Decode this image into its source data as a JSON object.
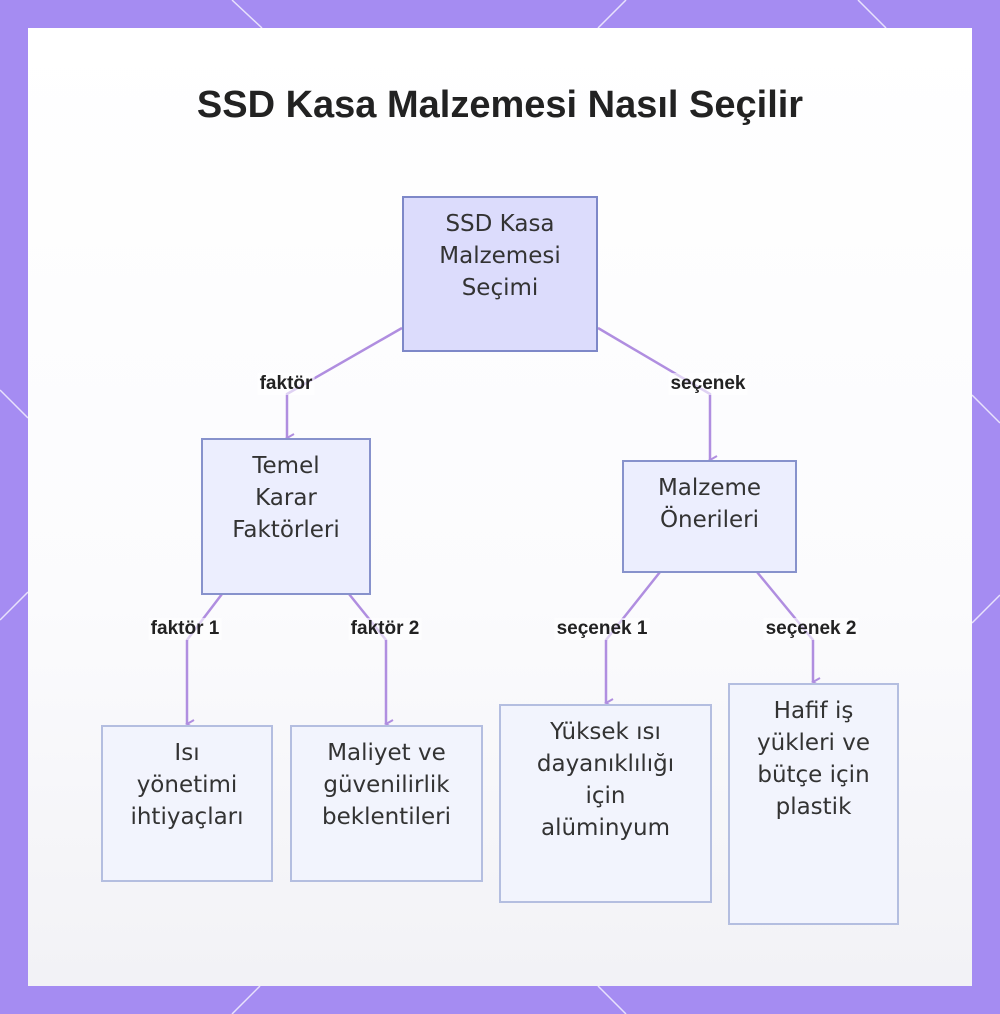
{
  "title": "SSD Kasa Malzemesi Nasıl Seçilir",
  "nodes": {
    "root": "SSD Kasa\nMalzemesi\nSeçimi",
    "factors": "Temel\nKarar\nFaktörleri",
    "recommendations": "Malzeme\nÖnerileri",
    "heat": "Isı\nyönetimi\nihtiyaçları",
    "cost": "Maliyet ve\ngüvenilirlik\nbeklentileri",
    "aluminum": "Yüksek ısı\ndayanıklılığı\niçin\nalüminyum",
    "plastic": "Hafif iş\nyükleri ve\nbütçe için\nplastik"
  },
  "edges": {
    "root_to_factors": "faktör",
    "root_to_recommendations": "seçenek",
    "factors_to_heat": "faktör 1",
    "factors_to_cost": "faktör 2",
    "recommendations_to_aluminum": "seçenek 1",
    "recommendations_to_plastic": "seçenek 2"
  },
  "colors": {
    "frame": "#a58cf2",
    "connector": "#b08ee0",
    "root_fill": "#dcdcfc",
    "root_border": "#7e88c8"
  }
}
